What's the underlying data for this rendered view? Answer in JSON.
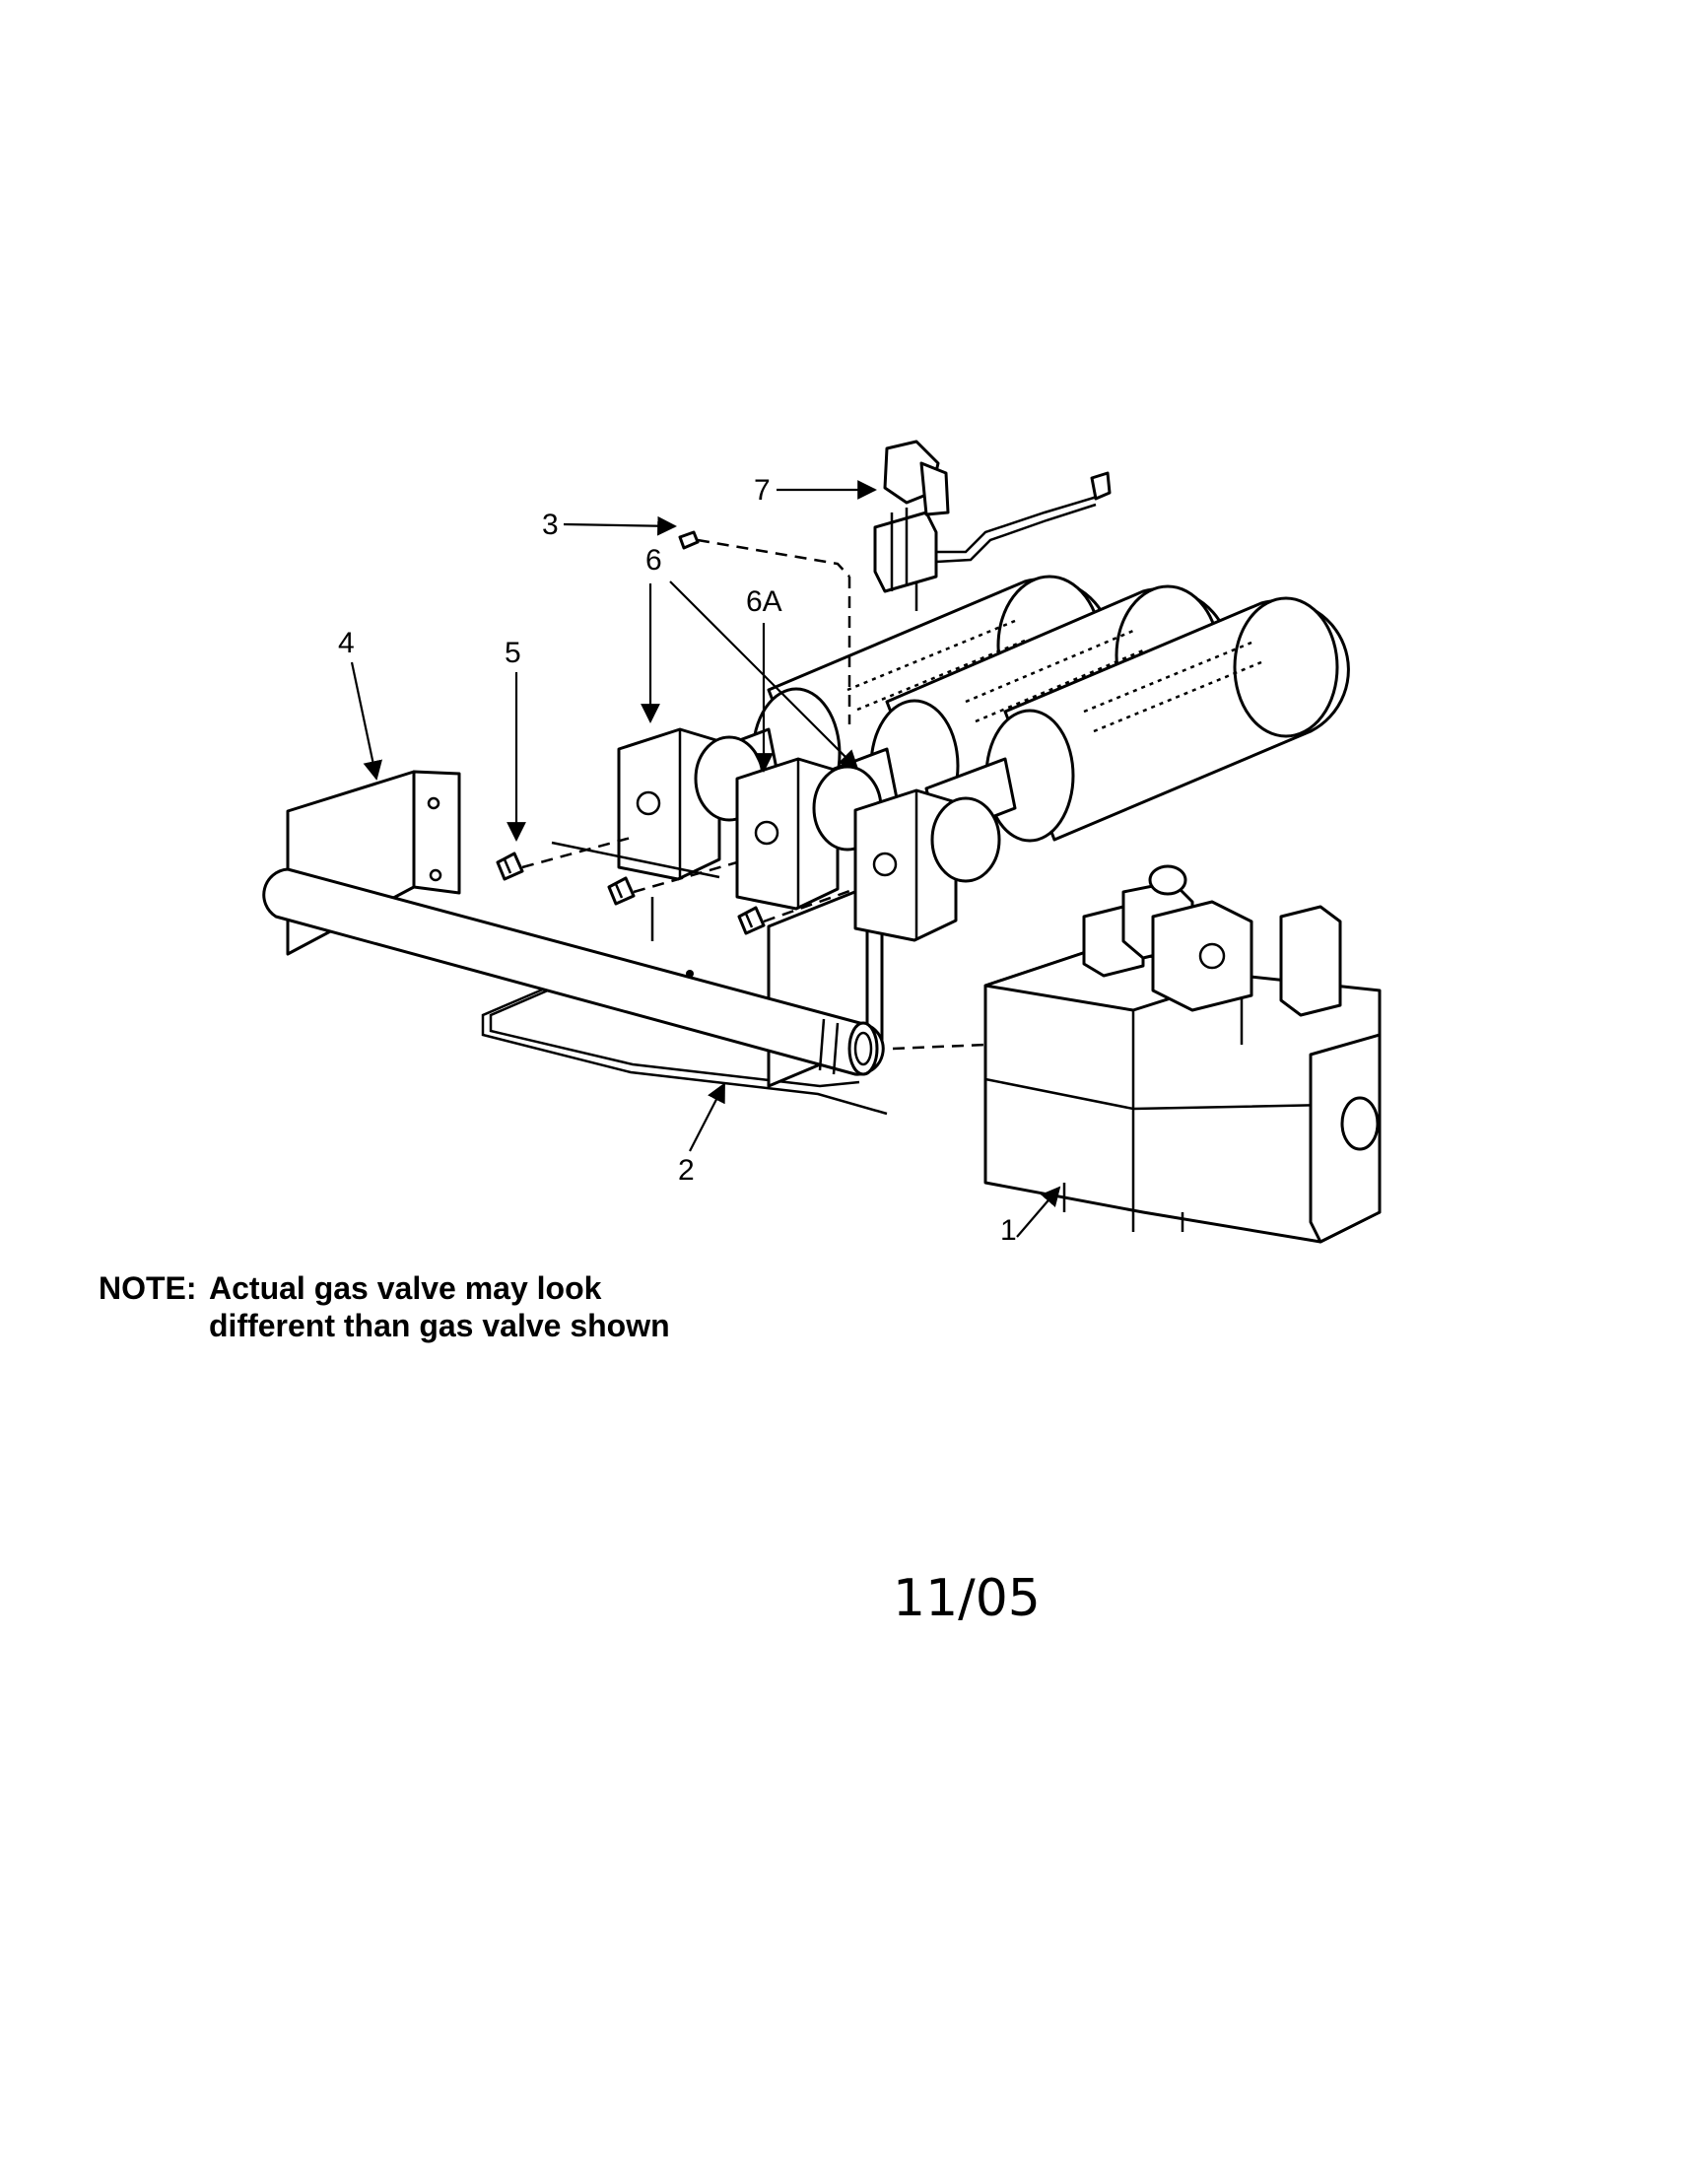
{
  "callouts": {
    "c1": "1",
    "c2": "2",
    "c3": "3",
    "c4": "4",
    "c5": "5",
    "c6": "6",
    "c6a": "6A",
    "c7": "7"
  },
  "note": {
    "label": "NOTE:",
    "line1": "Actual gas valve may look",
    "line2": "different than gas valve shown"
  },
  "date_stamp": "11/05",
  "colors": {
    "ink": "#000000",
    "paper": "#ffffff"
  }
}
